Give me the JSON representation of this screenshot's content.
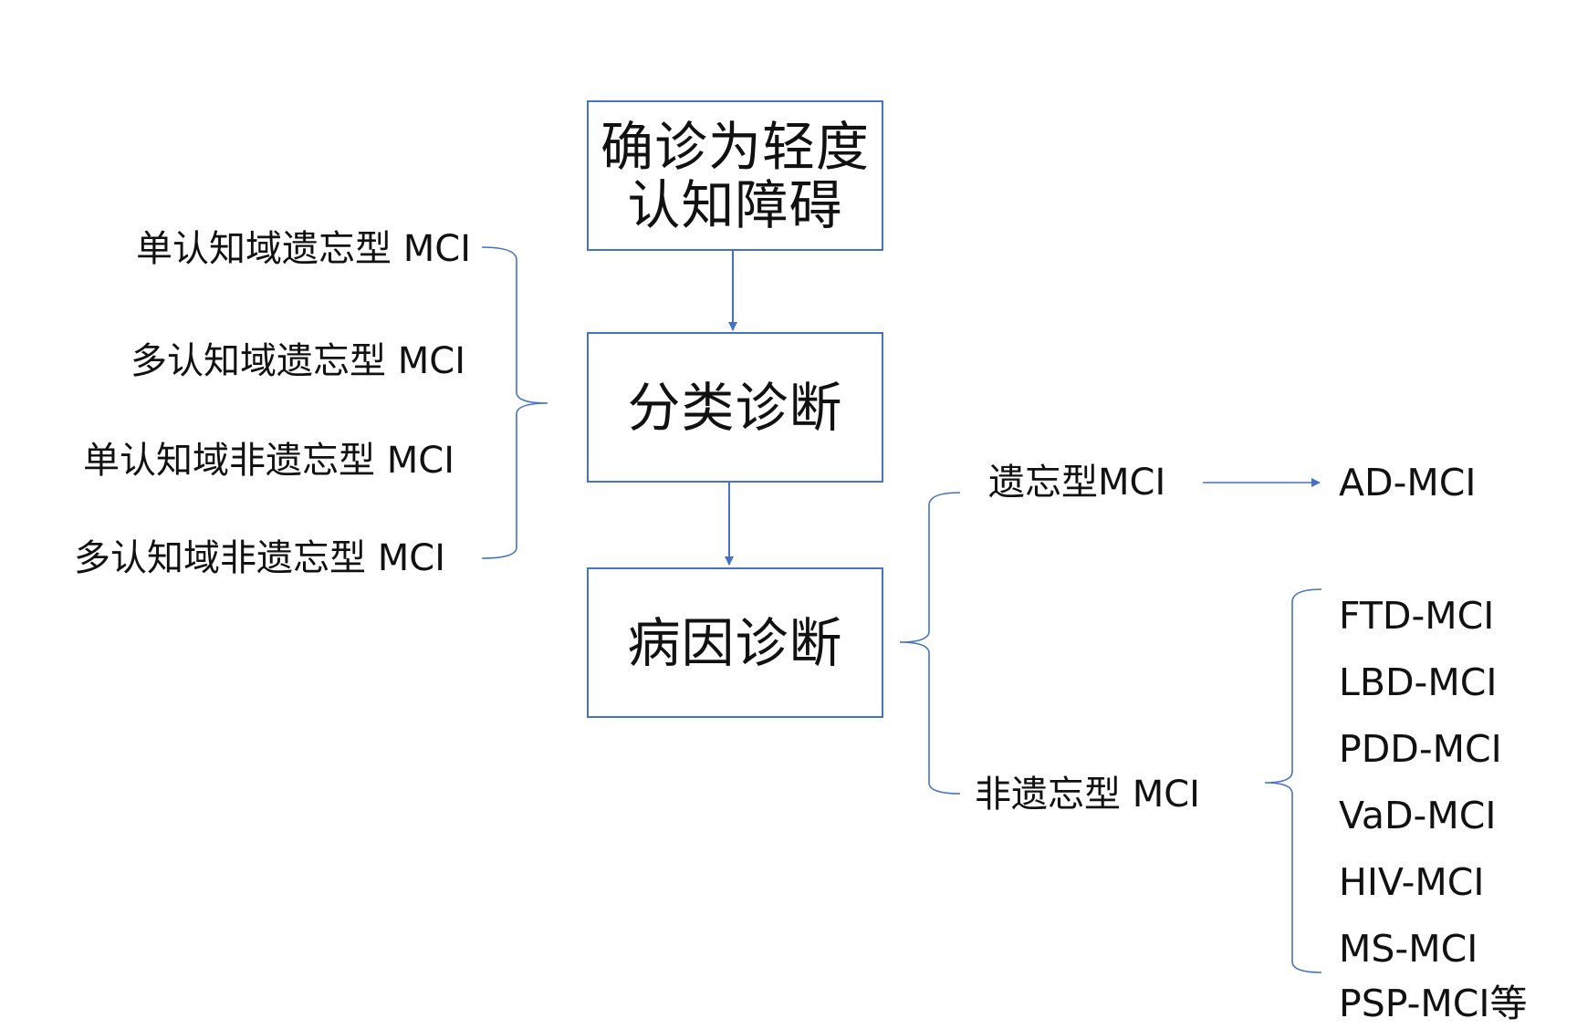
{
  "colors": {
    "line": "#4472c4",
    "text": "#111111",
    "background": "#ffffff"
  },
  "boxes": {
    "confirm": "确诊为轻度\n认知障碍",
    "classification": "分类诊断",
    "etiology": "病因诊断"
  },
  "subtypes": [
    "单认知域遗忘型 MCI",
    "多认知域遗忘型 MCI",
    "单认知域非遗忘型 MCI",
    "多认知域非遗忘型 MCI"
  ],
  "branches": {
    "amnestic": "遗忘型MCI",
    "non_amnestic": "非遗忘型 MCI"
  },
  "amnestic_target": "AD-MCI",
  "non_amnestic_targets": [
    "FTD-MCI",
    "LBD-MCI",
    "PDD-MCI",
    "VaD-MCI",
    "HIV-MCI",
    "MS-MCI",
    "PSP-MCI等"
  ]
}
